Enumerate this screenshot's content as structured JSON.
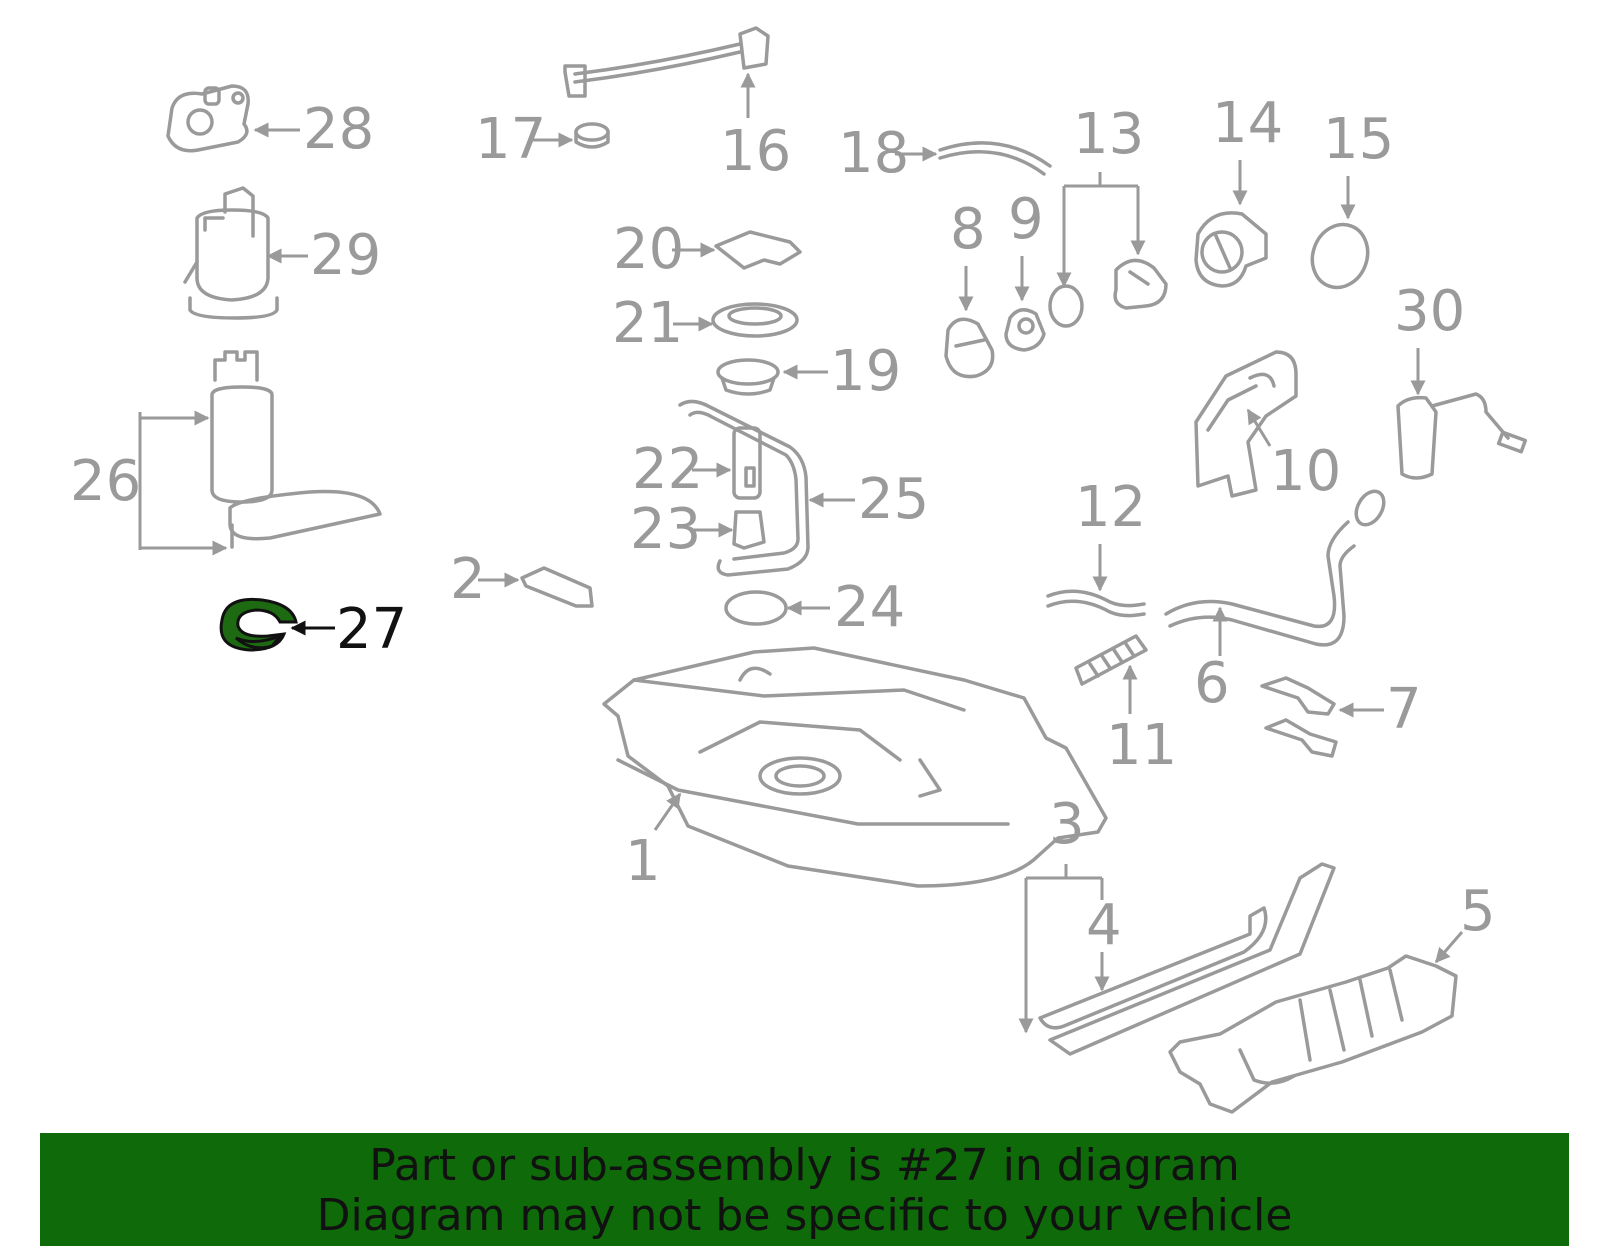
{
  "callouts": {
    "c1": "1",
    "c2": "2",
    "c3": "3",
    "c4": "4",
    "c5": "5",
    "c6": "6",
    "c7": "7",
    "c8": "8",
    "c9": "9",
    "c10": "10",
    "c11": "11",
    "c12": "12",
    "c13": "13",
    "c14": "14",
    "c15": "15",
    "c16": "16",
    "c17": "17",
    "c18": "18",
    "c19": "19",
    "c20": "20",
    "c21": "21",
    "c22": "22",
    "c23": "23",
    "c24": "24",
    "c25": "25",
    "c26": "26",
    "c27": "27",
    "c28": "28",
    "c29": "29",
    "c30": "30"
  },
  "highlighted_part": "27",
  "colors": {
    "line": "#9a9a9a",
    "highlight": "#1e6a12",
    "banner": "#0f6a0a"
  },
  "banner": {
    "line1": "Part or sub-assembly is #27 in diagram",
    "line2": "Diagram may not be specific to your vehicle"
  }
}
